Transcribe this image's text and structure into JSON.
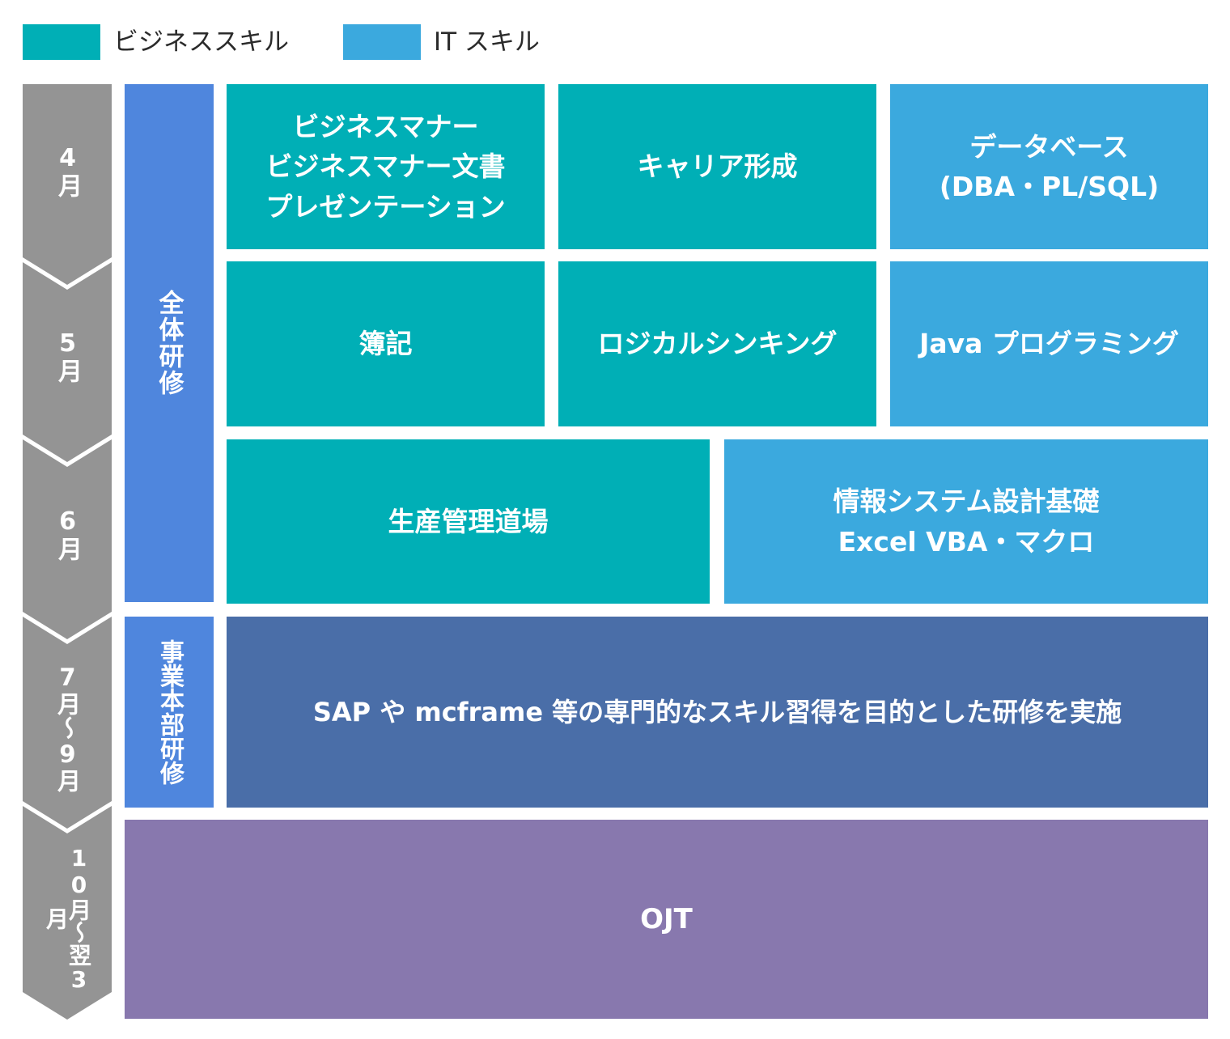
{
  "colors": {
    "business": "#00afb6",
    "it": "#3ba9de",
    "overall_stage": "#4f86dd",
    "division_stage": "#4f86dd",
    "division_block": "#4a6ea8",
    "ojt": "#8878ae",
    "timeline": "#949494"
  },
  "legend": {
    "business_label": "ビジネススキル",
    "it_label": "IT スキル"
  },
  "months": [
    {
      "label": "4月"
    },
    {
      "label": "5月"
    },
    {
      "label": "6月"
    },
    {
      "label": "7月～9月"
    },
    {
      "label": "10月～翌3月"
    }
  ],
  "stages": {
    "overall": "全体研修",
    "division": "事業本部研修"
  },
  "blocks": {
    "business_manner": {
      "category": "business",
      "lines": [
        "ビジネスマナー",
        "ビジネスマナー文書",
        "プレゼンテーション"
      ]
    },
    "career": {
      "category": "business",
      "lines": [
        "キャリア形成"
      ]
    },
    "database": {
      "category": "it",
      "lines": [
        "データベース",
        "(DBA・PL/SQL)"
      ]
    },
    "bookkeeping": {
      "category": "business",
      "lines": [
        "簿記"
      ]
    },
    "logical": {
      "category": "business",
      "lines": [
        "ロジカルシンキング"
      ]
    },
    "java": {
      "category": "it",
      "lines": [
        "Java プログラミング"
      ]
    },
    "production": {
      "category": "business",
      "lines": [
        "生産管理道場"
      ]
    },
    "infosys": {
      "category": "it",
      "lines": [
        "情報システム設計基礎",
        "Excel VBA・マクロ"
      ]
    },
    "division_text": "SAP や mcframe 等の専門的なスキル習得を目的とした研修を実施",
    "ojt": "OJT"
  }
}
